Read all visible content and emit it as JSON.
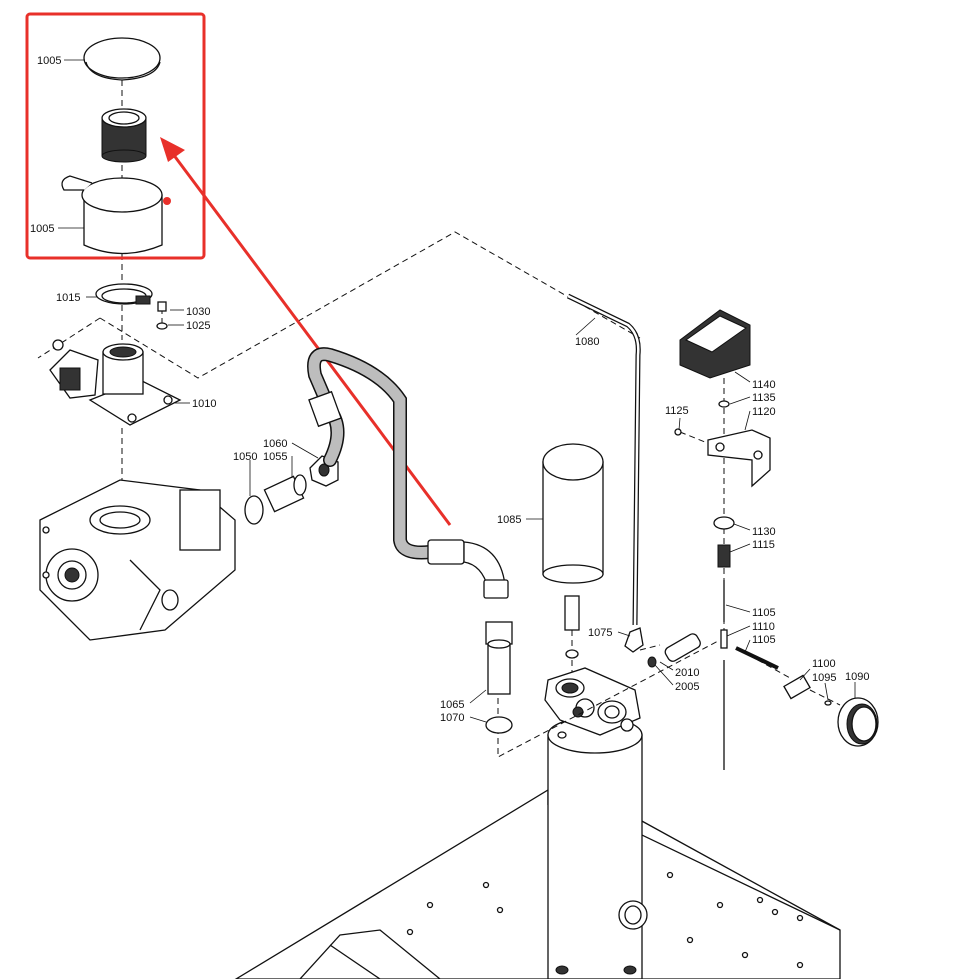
{
  "colors": {
    "highlight": "#e8302a",
    "ink": "#111111",
    "hose": "#bdbdbd"
  },
  "labels": {
    "l1005_cap": "1005",
    "l1005_housing": "1005",
    "l1015": "1015",
    "l1030": "1030",
    "l1025": "1025",
    "l1010": "1010",
    "l1060": "1060",
    "l1055": "1055",
    "l1050": "1050",
    "l1080": "1080",
    "l1085": "1085",
    "l1075": "1075",
    "l2010": "2010",
    "l2005": "2005",
    "l1065": "1065",
    "l1070": "1070",
    "l1140": "1140",
    "l1135": "1135",
    "l1120": "1120",
    "l1125": "1125",
    "l1130": "1130",
    "l1115": "1115",
    "l1105a": "1105",
    "l1110": "1110",
    "l1105b": "1105",
    "l1100": "1100",
    "l1095": "1095",
    "l1090": "1090"
  }
}
